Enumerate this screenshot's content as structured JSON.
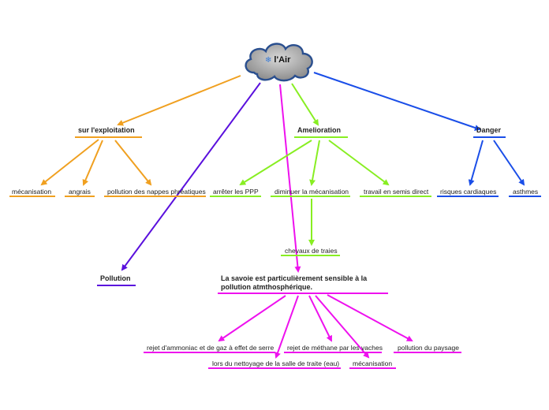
{
  "root": {
    "label": "l'Air",
    "icon": "cloud-icon",
    "color": "#9a9a9a"
  },
  "colors": {
    "orange": "#f0a020",
    "green": "#88ee22",
    "blue": "#1a4ee8",
    "purple": "#5a10dd",
    "magenta": "#ee11ee"
  },
  "branches": {
    "exploitation": {
      "label": "sur l'exploitation",
      "children": [
        "mécanisation",
        "angrais",
        "pollution des nappes phréatiques"
      ]
    },
    "amelioration": {
      "label": "Amelioration",
      "children": [
        "arrêter les PPP",
        "diminuer la mécanisation",
        "travail en semis direct"
      ],
      "sub": "chevaux de traies"
    },
    "danger": {
      "label": "Danger",
      "children": [
        "risques cardiaques",
        "asthmes"
      ]
    },
    "pollution": {
      "label": "Pollution"
    },
    "savoie": {
      "label": "La savoie est particulièrement sensible à la pollution atmthosphérique.",
      "children": [
        "rejet d'ammoniac et de gaz à effet de serre",
        "lors du nettoyage de la salle de traite (eau)",
        "rejet de méthane par les vaches",
        "mécanisation",
        "pollution du paysage"
      ]
    }
  }
}
